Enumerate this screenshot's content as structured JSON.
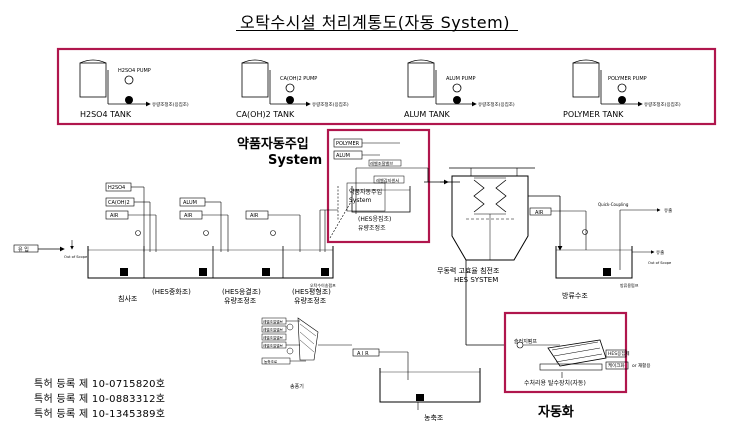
{
  "title": "오탁수시설 처리계통도(자동 System)",
  "tanks": [
    {
      "name": "H2SO4 TANK",
      "pump": "H2SO4 PUMP",
      "line": "유량조정조(응집조)"
    },
    {
      "name": "CA(OH)2 TANK",
      "pump": "CA(OH)2 PUMP",
      "line": "유량조정조(응집조)"
    },
    {
      "name": "ALUM TANK",
      "pump": "ALUM PUMP",
      "line": "유량조정조(응집조)"
    },
    {
      "name": "POLYMER TANK",
      "pump": "POLYMER PUMP",
      "line": "유량조정조(응집조)"
    }
  ],
  "dosing": {
    "label_line1": "약품자동주입",
    "label_line2": "System",
    "polymer": "POLYMER",
    "alum": "ALUM",
    "inner_text1": "약품자동주입",
    "inner_text2": "System",
    "box_top": "레벨조절밸브",
    "box_mid": "레벨감지센서",
    "tank_label1": "(HES응집조)",
    "tank_label2": "유량조정조"
  },
  "chemicals": {
    "h2so4": "H2SO4",
    "caoh2": "CA(OH)2",
    "alum": "ALUM",
    "air": "AIR"
  },
  "process": {
    "inflow": "유 입",
    "out_of_scope": "Out of Scope",
    "t1": "침사조",
    "t2a": "(HES중화조)",
    "t3a": "(HES응결조)",
    "t3b": "유량조정조",
    "t4a": "(HES평형조)",
    "t4b": "유량조정조",
    "pump_label": "오탁수이송펌프",
    "clarifier1": "무동력 고효율 침전조",
    "clarifier2": "HES SYSTEM",
    "discharge": "방류수조",
    "discharge_pump": "방류용펌프",
    "quick_coupling": "Quick-Coupling",
    "outflow": "유출",
    "air2": "AIR"
  },
  "sludge": {
    "pump_label": "슬러지펌프",
    "thickener": "농축조",
    "dewater_label": "수처리용 탈수장치(자동)",
    "automation": "자동화",
    "hes": "HES응집제",
    "cake1": "케이크화",
    "cake2": "or 재활용",
    "air": "A I R",
    "mixer_label": "송풍기",
    "valve_box": [
      "레벨조절밸브",
      "레벨조절밸브",
      "레벨조절밸브",
      "레벨조절밸브"
    ],
    "to_thickener": "농축조로"
  },
  "patents": [
    "특허 등록  제 10-0715820호",
    "특허 등록  제 10-0883312호",
    "특허 등록  제 10-1345389호"
  ],
  "colors": {
    "highlight": "#b0164d",
    "line": "#000000"
  }
}
